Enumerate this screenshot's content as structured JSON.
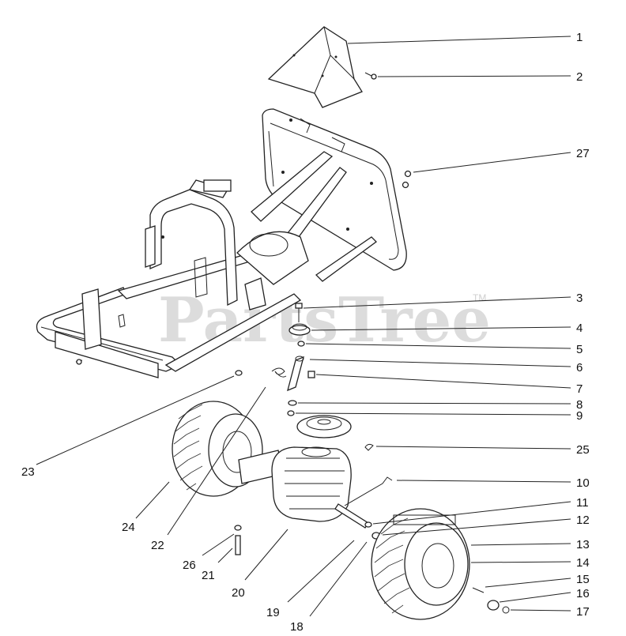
{
  "watermark": {
    "text": "PartsTree",
    "tm": "TM"
  },
  "callouts": [
    "1",
    "2",
    "3",
    "4",
    "5",
    "6",
    "7",
    "8",
    "9",
    "10",
    "11",
    "12",
    "13",
    "14",
    "15",
    "16",
    "17",
    "18",
    "19",
    "20",
    "21",
    "22",
    "23",
    "24",
    "25",
    "26",
    "27"
  ]
}
